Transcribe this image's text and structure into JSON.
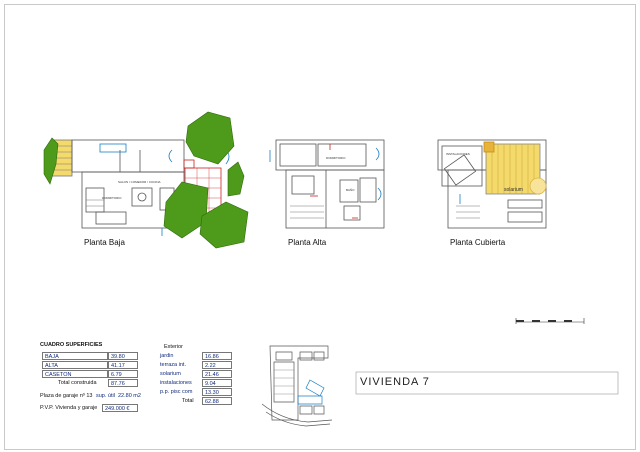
{
  "plans": {
    "baja": "Planta Baja",
    "alta": "Planta Alta",
    "cubierta": "Planta Cubierta"
  },
  "room_labels": {
    "salon": "SALON / COMEDOR / COCINA",
    "dormitorio": "DORMITORIO",
    "bano": "BAÑO",
    "instalaciones": "INSTALACIONES",
    "solarium": "solarium"
  },
  "surfaces": {
    "header": "CUADRO SUPERFICIES",
    "rows": [
      {
        "label": "BAJA",
        "value": "39.80"
      },
      {
        "label": "ALTA",
        "value": "41.17"
      },
      {
        "label": "CASETON",
        "value": "6.79"
      }
    ],
    "total_label": "Total construida",
    "total_value": "87.76",
    "garage_label": "Plaza de garaje nº 13",
    "garage_util": "sup. útil",
    "garage_value": "22.80 m2",
    "pvp_label": "P.V.P. Vivienda y garaje",
    "pvp_value": "249.000 €"
  },
  "exterior": {
    "header": "Exterior",
    "rows": [
      {
        "label": "jardin",
        "value": "16.86"
      },
      {
        "label": "terraza int.",
        "value": "2.22"
      },
      {
        "label": "solarium",
        "value": "21.46"
      },
      {
        "label": "instalaciones",
        "value": "9.04"
      },
      {
        "label": "p.p. pisc com",
        "value": "13.30"
      }
    ],
    "total_label": "Total",
    "total_value": "62.88"
  },
  "title": "VIVIENDA 7",
  "colors": {
    "line": "#555555",
    "blue": "#1a7fc1",
    "red": "#cc2222",
    "green": "#4e9a1a",
    "yellow": "#f4d96b",
    "text_blue": "#102a7a"
  }
}
